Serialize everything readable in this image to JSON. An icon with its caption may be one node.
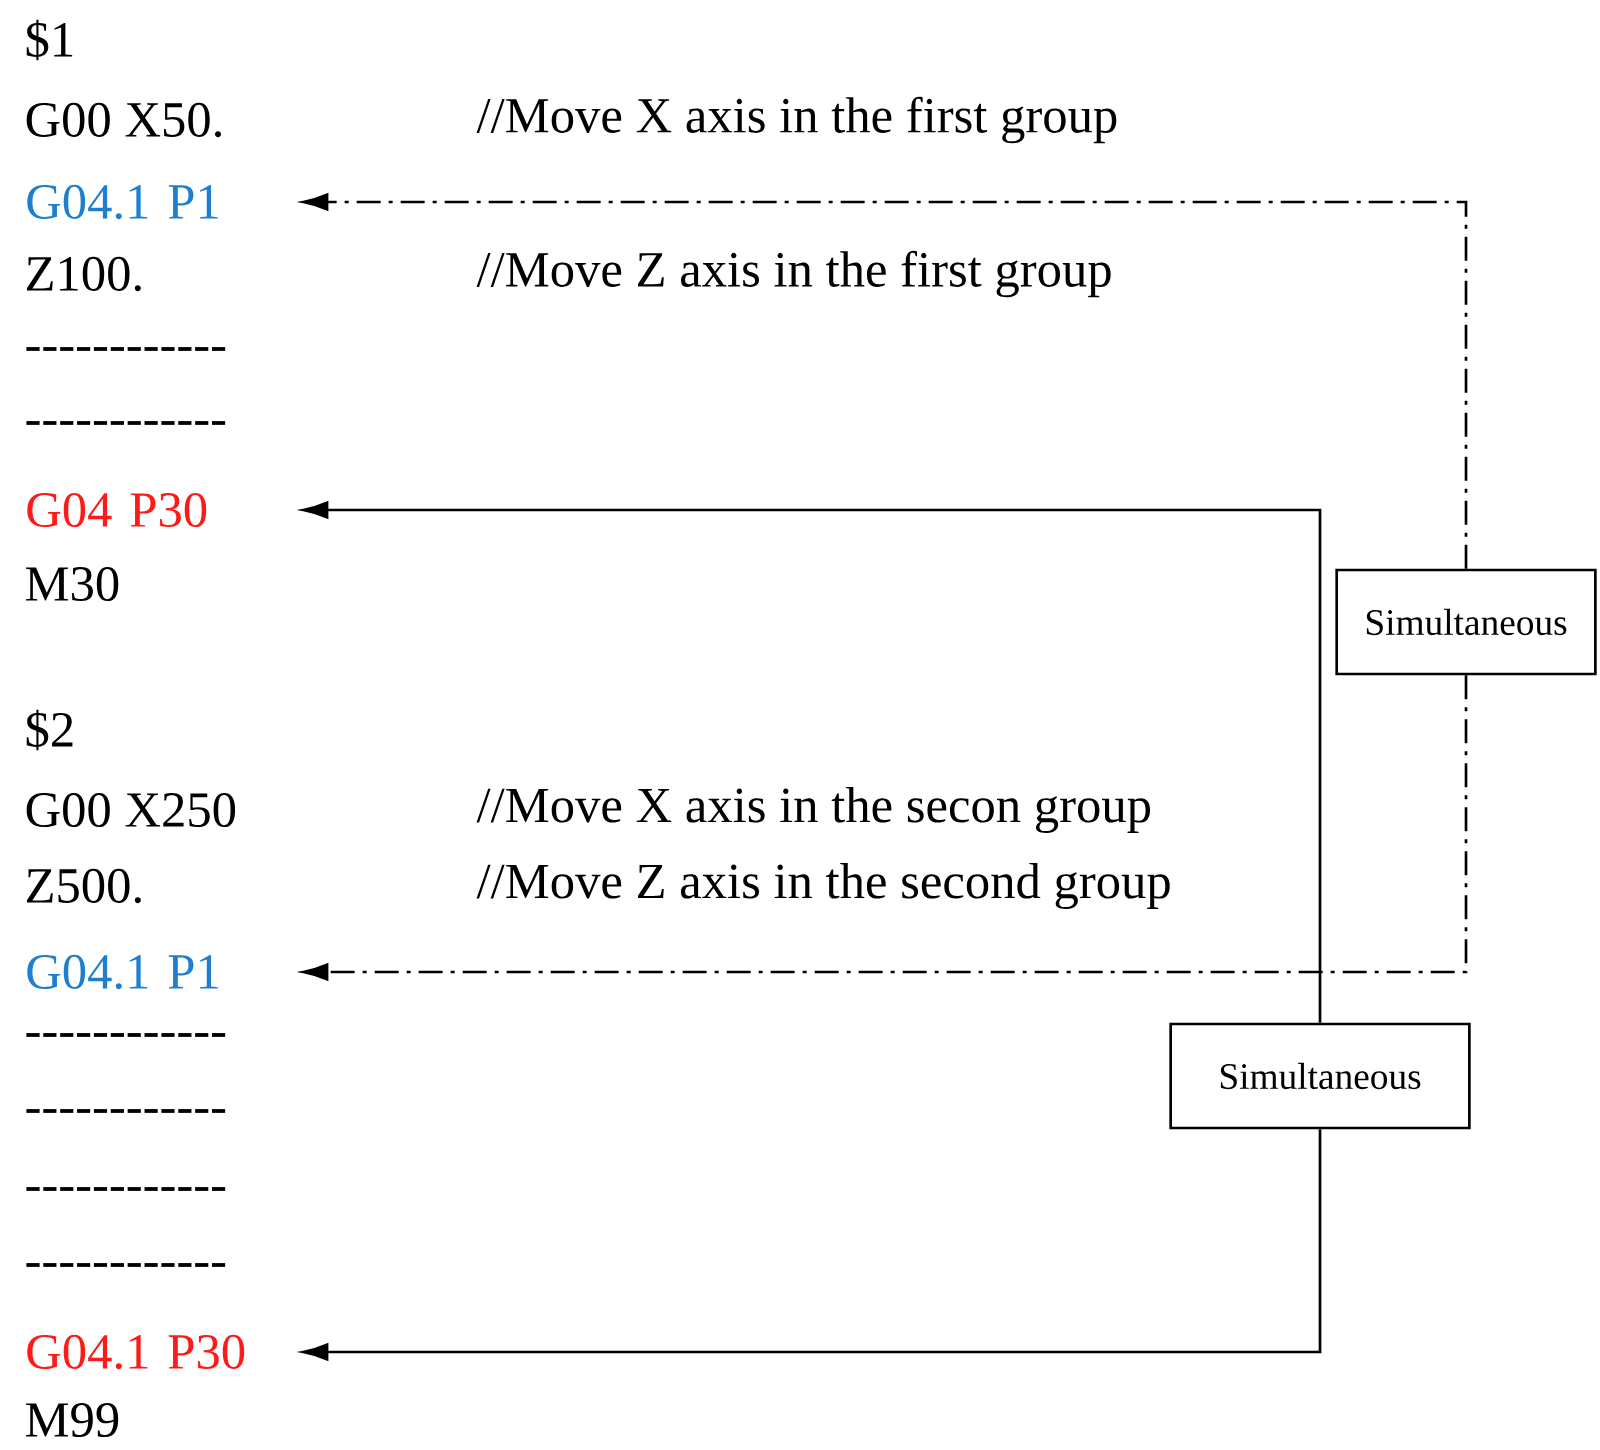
{
  "diagram": {
    "nodes": [
      {
        "text": [
          "G04.1 P1"
        ]
      },
      {
        "text": [
          "G04 P30"
        ]
      },
      {
        "text": [
          "Simultaneous"
        ]
      },
      {
        "text": [
          "G04.1 P1"
        ]
      },
      {
        "text": [
          "Simultaneous"
        ]
      },
      {
        "text": [
          "G04.1 P30"
        ]
      }
    ],
    "edges": [
      {
        "from": 2,
        "to": 0,
        "arrow": "to",
        "style": "dashed"
      },
      {
        "from": 2,
        "to": 3,
        "arrow": "to",
        "style": "dashed"
      },
      {
        "from": 4,
        "to": 1,
        "arrow": "to"
      },
      {
        "from": 4,
        "to": 5,
        "arrow": "to"
      }
    ],
    "labels": [
      "$1",
      "G00 X50.",
      "//Move X axis in the first group",
      "Z100.",
      "//Move Z axis in the first group",
      "------------",
      "------------",
      "M30",
      "$2",
      "G00 X250",
      "//Move X axis in the secon group",
      "Z500.",
      "//Move Z axis in the second group",
      "------------",
      "------------",
      "------------",
      "------------",
      "M99"
    ]
  }
}
